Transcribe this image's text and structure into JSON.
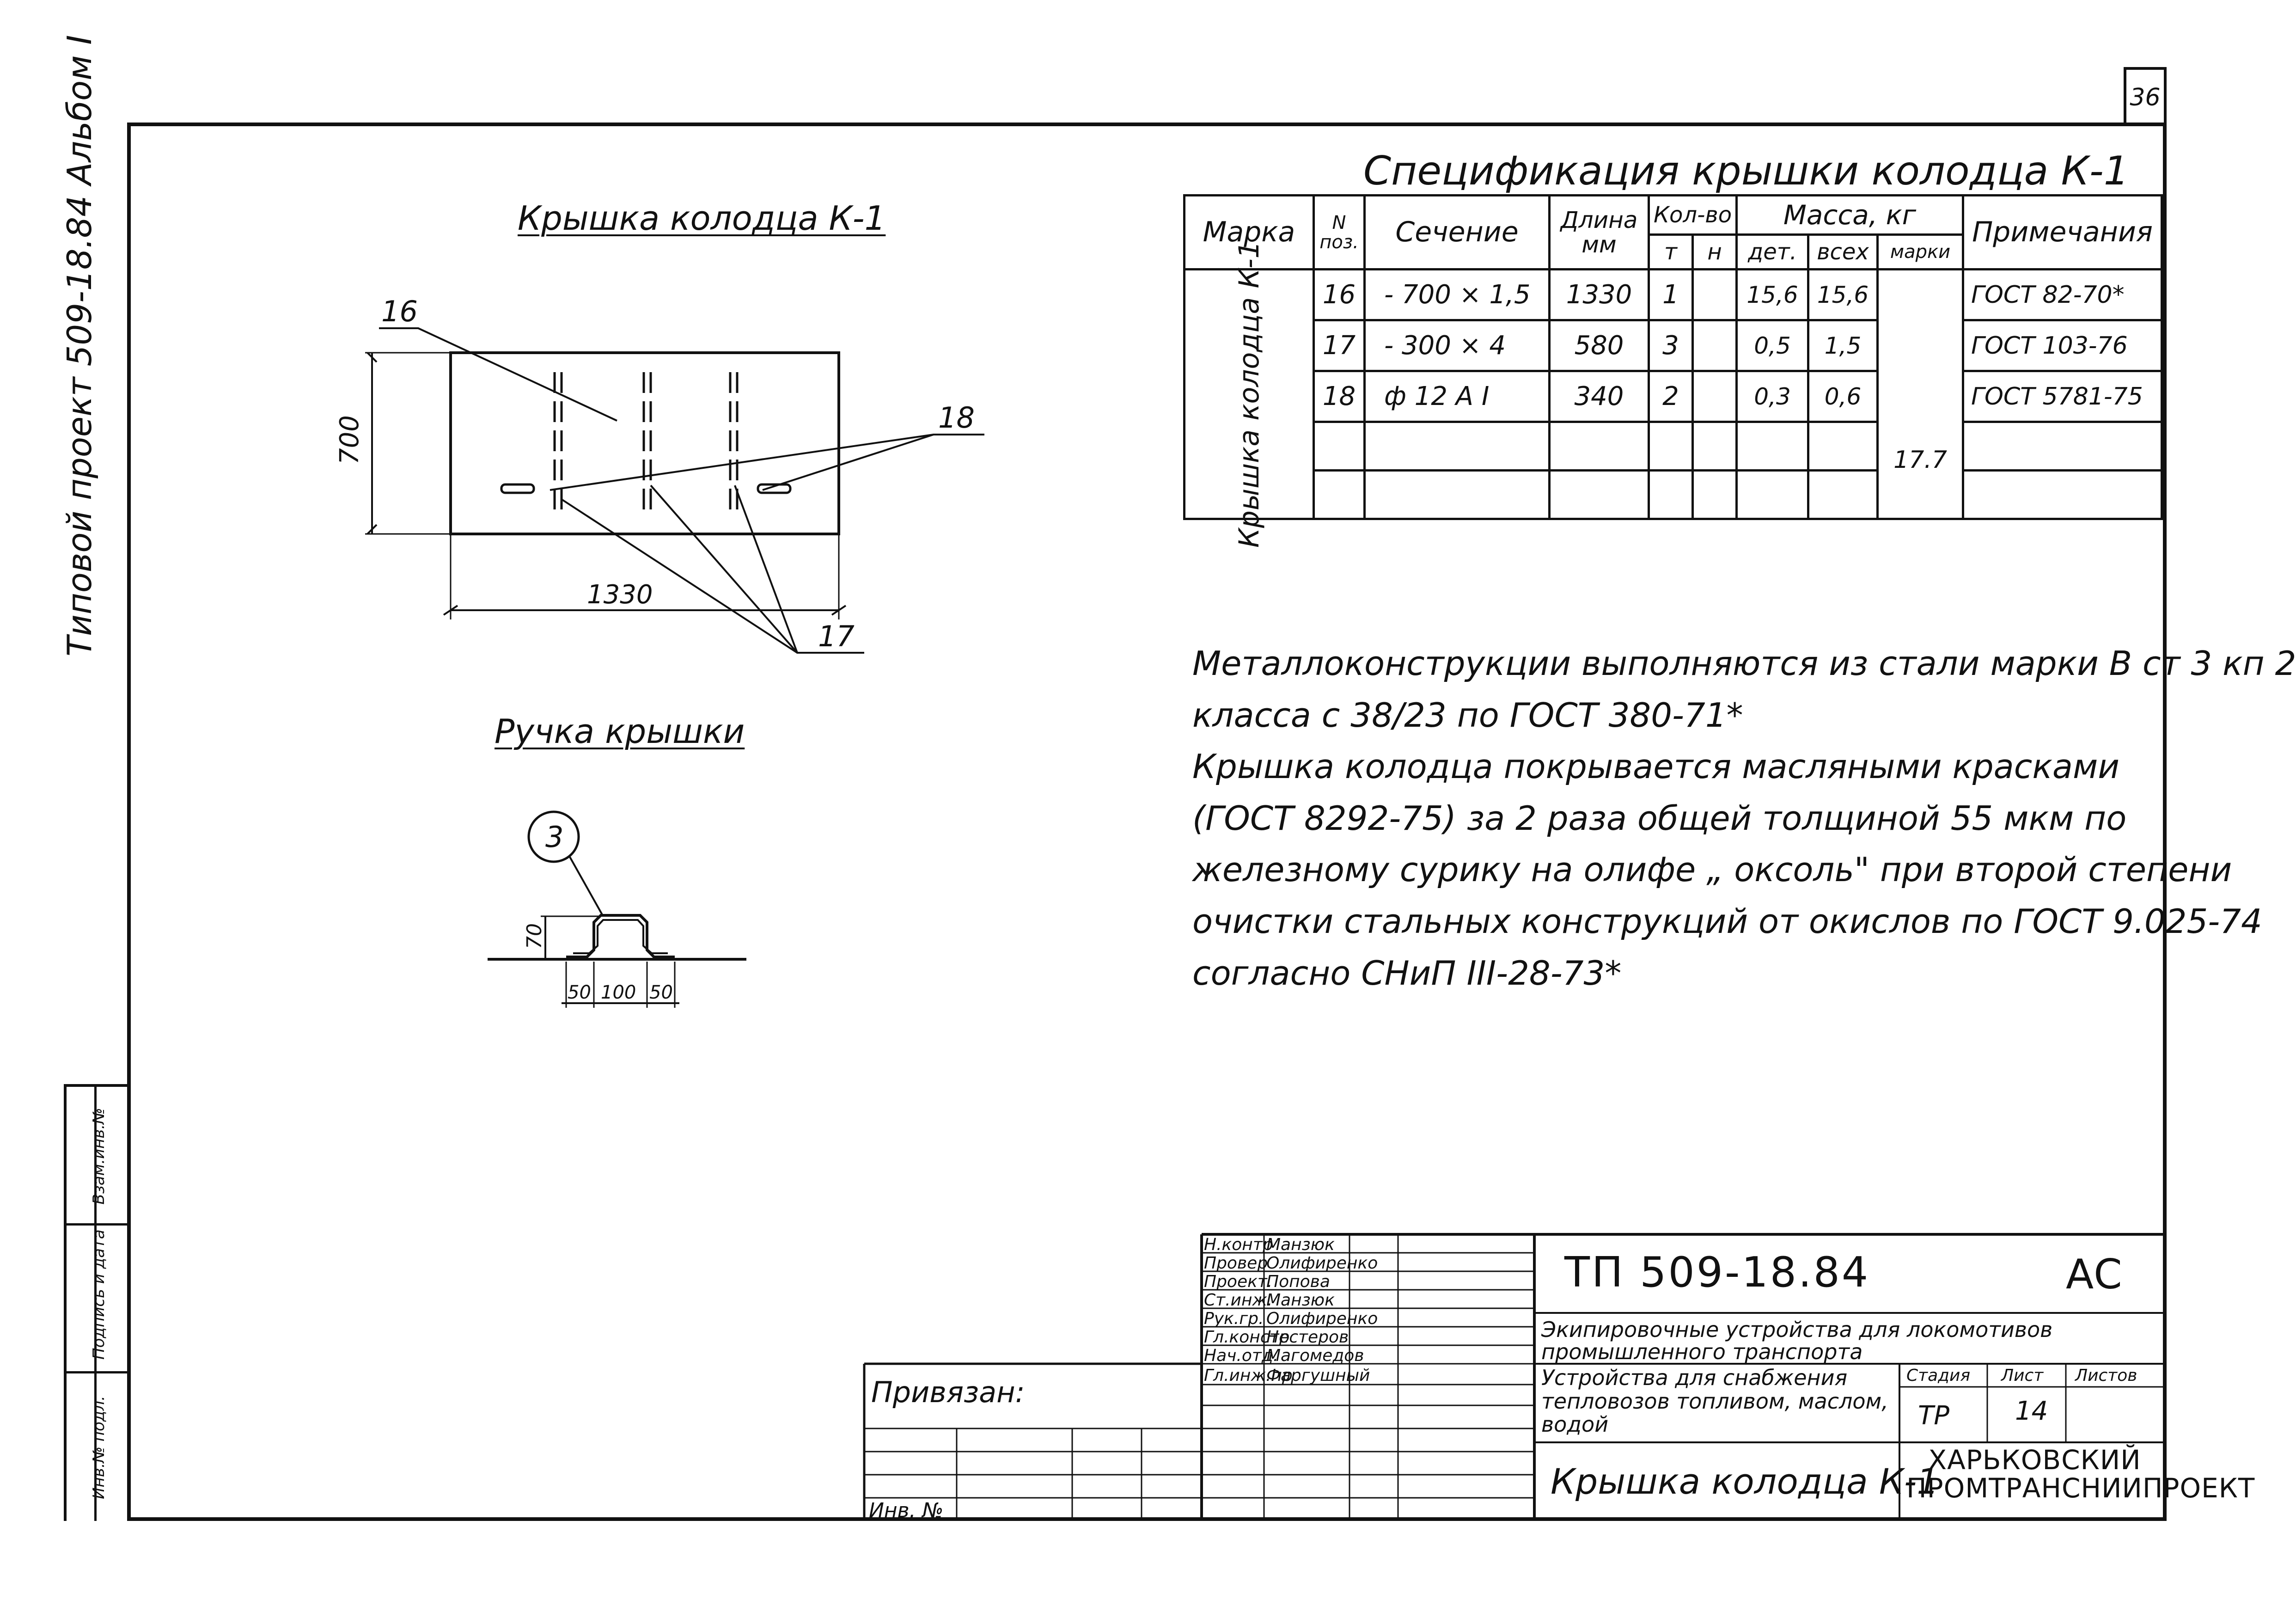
{
  "sheet_number": "36",
  "left_margin": {
    "project_note": "Типовой проект 509-18.84 Альбом I",
    "inventory_boxes": [
      "Инв.№ подл.",
      "Подпись и дата",
      "Взам.инв.№"
    ]
  },
  "drawing_lid": {
    "title": "Крышка колодца К-1",
    "dim_height": "700",
    "dim_length": "1330",
    "callout_16": "16",
    "callout_17": "17",
    "callout_18": "18"
  },
  "drawing_handle": {
    "title": "Ручка крышки",
    "callout": "3",
    "dim_height": "70",
    "dim_left": "50",
    "dim_mid": "100",
    "dim_right": "50"
  },
  "spec": {
    "title": "Спецификация крышки колодца К-1",
    "headers": {
      "mark": "Марка",
      "pos": "N поз.",
      "section": "Сечение",
      "length": "Длина мм",
      "qty": "Кол-во",
      "qty_t": "т",
      "qty_n": "н",
      "mass": "Масса, кг",
      "mass_det": "дет.",
      "mass_all": "всех",
      "mass_mark": "марки",
      "notes": "Примечания"
    },
    "mark_label": "Крышка колодца К-1",
    "mass_mark_value": "17.7",
    "rows": [
      {
        "pos": "16",
        "section": "- 700 × 1,5",
        "length": "1330",
        "qty_t": "1",
        "qty_n": "",
        "mass_det": "15,6",
        "mass_all": "15,6",
        "note": "ГОСТ 82-70*"
      },
      {
        "pos": "17",
        "section": "- 300 × 4",
        "length": "580",
        "qty_t": "3",
        "qty_n": "",
        "mass_det": "0,5",
        "mass_all": "1,5",
        "note": "ГОСТ 103-76"
      },
      {
        "pos": "18",
        "section": "ф 12 А I",
        "length": "340",
        "qty_t": "2",
        "qty_n": "",
        "mass_det": "0,3",
        "mass_all": "0,6",
        "note": "ГОСТ 5781-75"
      },
      {
        "pos": "",
        "section": "",
        "length": "",
        "qty_t": "",
        "qty_n": "",
        "mass_det": "",
        "mass_all": "",
        "note": ""
      },
      {
        "pos": "",
        "section": "",
        "length": "",
        "qty_t": "",
        "qty_n": "",
        "mass_det": "",
        "mass_all": "",
        "note": ""
      }
    ]
  },
  "notes": [
    "Металлоконструкции выполняются из стали марки В ст 3 кп 2",
    "класса с 38/23 по ГОСТ 380-71*",
    "Крышка колодца покрывается масляными красками",
    "(ГОСТ 8292-75) за 2 раза общей толщиной 55 мкм по",
    "железному сурику на олифе „ оксоль\" при второй степени",
    "очистки стальных конструкций от окислов по ГОСТ 9.025-74",
    "согласно СНиП III-28-73*"
  ],
  "title_block": {
    "project_code": "ТП 509-18.84",
    "section_code": "АС",
    "project_title": "Экипировочные устройства для локомотивов промышленного транспорта",
    "sheet_title": "Устройства для снабжения тепловозов топливом, маслом, водой",
    "drawing_name": "Крышка колодца К-1",
    "stage_label": "Стадия",
    "sheet_label": "Лист",
    "sheets_label": "Листов",
    "stage_value": "ТР",
    "sheet_value": "14",
    "organization": "ХАРЬКОВСКИЙ ПРОМТРАНСНИИПРОЕКТ",
    "bound_label": "Привязан:",
    "inv_label": "Инв. №",
    "signatories": [
      {
        "role": "Н.контр",
        "name": "Манзюк"
      },
      {
        "role": "Провер",
        "name": "Олифиренко"
      },
      {
        "role": "Проект.",
        "name": "Попова"
      },
      {
        "role": "Ст.инж.",
        "name": "Манзюк"
      },
      {
        "role": "Рук.гр.",
        "name": "Олифиренко"
      },
      {
        "role": "Гл.констр",
        "name": "Нестеров"
      },
      {
        "role": "Нач.отд.",
        "name": "Магомедов"
      },
      {
        "role": "Гл.инж.пр",
        "name": "Фаргушный"
      }
    ]
  }
}
